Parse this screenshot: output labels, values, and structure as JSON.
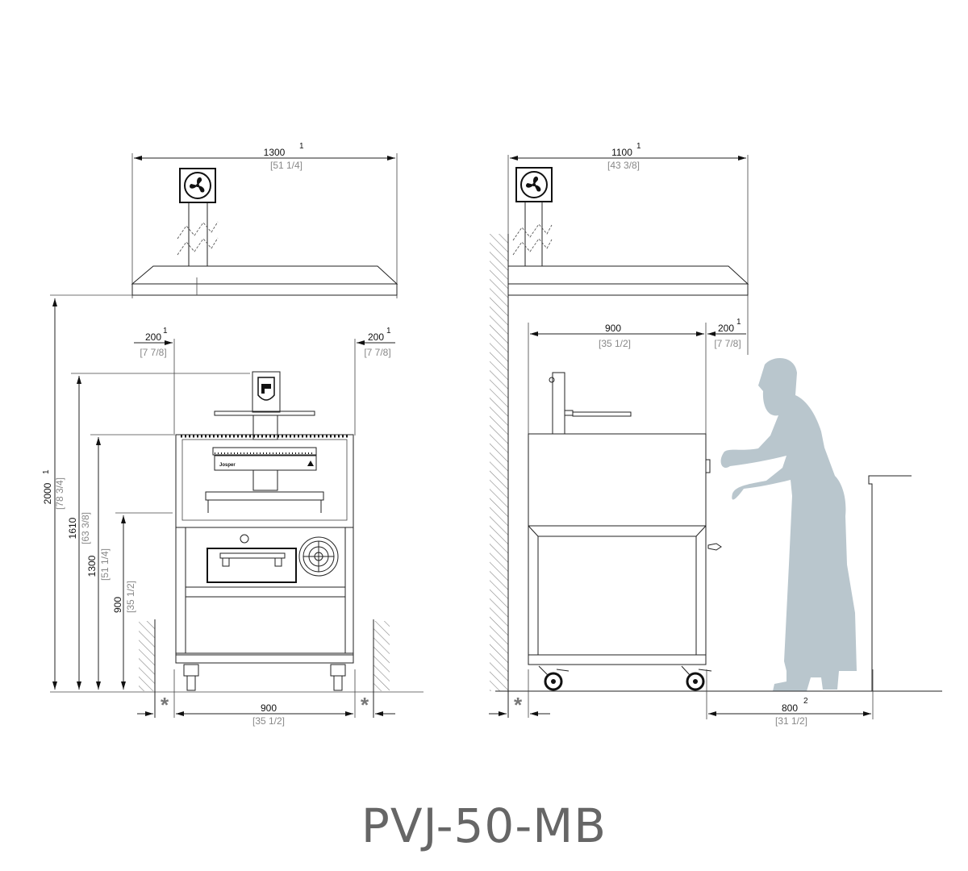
{
  "title": "PVJ-50-MB",
  "colors": {
    "line": "#222222",
    "inch_text": "#888888",
    "person": "#b9c6cd",
    "title": "#666666"
  },
  "front_view": {
    "hood_width": {
      "mm": "1300",
      "note": "1",
      "inch": "[51 1/4]"
    },
    "left_clearance": {
      "mm": "200",
      "note": "1",
      "inch": "[7 7/8]"
    },
    "right_clearance": {
      "mm": "200",
      "note": "1",
      "inch": "[7 7/8]"
    },
    "hood_height": {
      "mm": "2000",
      "note": "1",
      "inch": "[78 3/4]"
    },
    "total_height": {
      "mm": "1610",
      "inch": "[63 3/8]"
    },
    "top_height": {
      "mm": "1300",
      "inch": "[51 1/4]"
    },
    "work_height": {
      "mm": "900",
      "inch": "[35 1/2]"
    },
    "width": {
      "mm": "900",
      "inch": "[35 1/2]"
    },
    "wall_gap_symbol": "*"
  },
  "side_view": {
    "hood_depth": {
      "mm": "1100",
      "note": "1",
      "inch": "[43 3/8]"
    },
    "depth": {
      "mm": "900",
      "inch": "[35 1/2]"
    },
    "front_clearance": {
      "mm": "200",
      "note": "1",
      "inch": "[7 7/8]"
    },
    "operator_space": {
      "mm": "800",
      "note": "2",
      "inch": "[31 1/2]"
    },
    "wall_gap_symbol": "*"
  },
  "icons": [
    "fan-icon",
    "fan-icon",
    "operator-silhouette"
  ]
}
